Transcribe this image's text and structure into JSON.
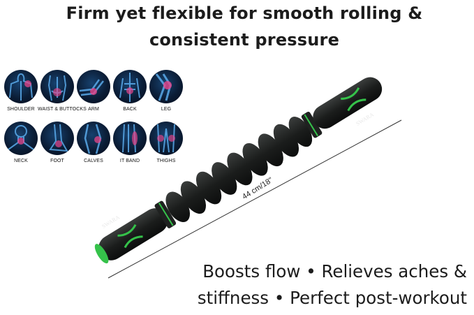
{
  "headline": {
    "line1": "Firm yet flexible for smooth rolling &",
    "line2": "consistent pressure"
  },
  "body_areas": [
    {
      "label": "SHOULDER",
      "icon": "shoulder-anatomy-icon"
    },
    {
      "label": "WAIST & BUTTOCKS",
      "icon": "waist-anatomy-icon"
    },
    {
      "label": "ARM",
      "icon": "arm-anatomy-icon"
    },
    {
      "label": "BACK",
      "icon": "back-anatomy-icon"
    },
    {
      "label": "LEG",
      "icon": "leg-anatomy-icon"
    },
    {
      "label": "NECK",
      "icon": "neck-anatomy-icon"
    },
    {
      "label": "FOOT",
      "icon": "foot-anatomy-icon"
    },
    {
      "label": "CALVES",
      "icon": "calves-anatomy-icon"
    },
    {
      "label": "IT BAND",
      "icon": "it-band-anatomy-icon"
    },
    {
      "label": "THIGHS",
      "icon": "thighs-anatomy-icon"
    }
  ],
  "product": {
    "brand_top": "SWARA",
    "brand_bottom": "SWARA",
    "dimension": "44 cm/18\"",
    "colors": {
      "body": "#1b1d1c",
      "accent": "#35c24a",
      "highlight": "#e8458a"
    }
  },
  "tagline": {
    "line1": "Boosts flow • Relieves aches &",
    "line2": "stiffness • Perfect post-workout"
  }
}
